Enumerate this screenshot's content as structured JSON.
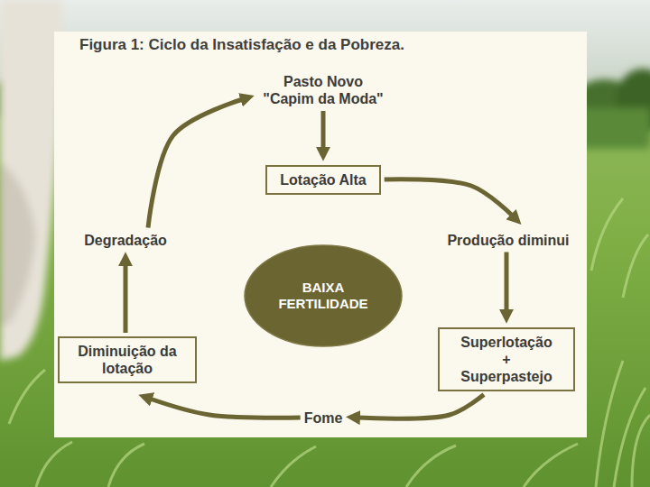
{
  "diagram": {
    "title": "Figura 1: Ciclo da Insatisfação e da Pobreza.",
    "nodes": [
      {
        "text": [
          "Pasto Novo \"Capim da Moda\""
        ]
      },
      {
        "text": [
          "Lotação Alta"
        ]
      },
      {
        "text": [
          "Produção diminui"
        ]
      },
      {
        "text": [
          "Superlotação + Superpastejo"
        ]
      },
      {
        "text": [
          "Fome"
        ]
      },
      {
        "text": [
          "Diminuição da lotação"
        ]
      },
      {
        "text": [
          "Degradação"
        ]
      },
      {
        "text": [
          "BAIXA FERTILIDADE"
        ]
      }
    ],
    "edges": [
      {
        "from": 0,
        "to": 1,
        "arrow": "to"
      },
      {
        "from": 1,
        "to": 2,
        "arrow": "to"
      },
      {
        "from": 2,
        "to": 3,
        "arrow": "to"
      },
      {
        "from": 3,
        "to": 4,
        "arrow": "to"
      },
      {
        "from": 4,
        "to": 5,
        "arrow": "to"
      },
      {
        "from": 5,
        "to": 6,
        "arrow": "to"
      },
      {
        "from": 6,
        "to": 0,
        "arrow": "to"
      }
    ]
  }
}
